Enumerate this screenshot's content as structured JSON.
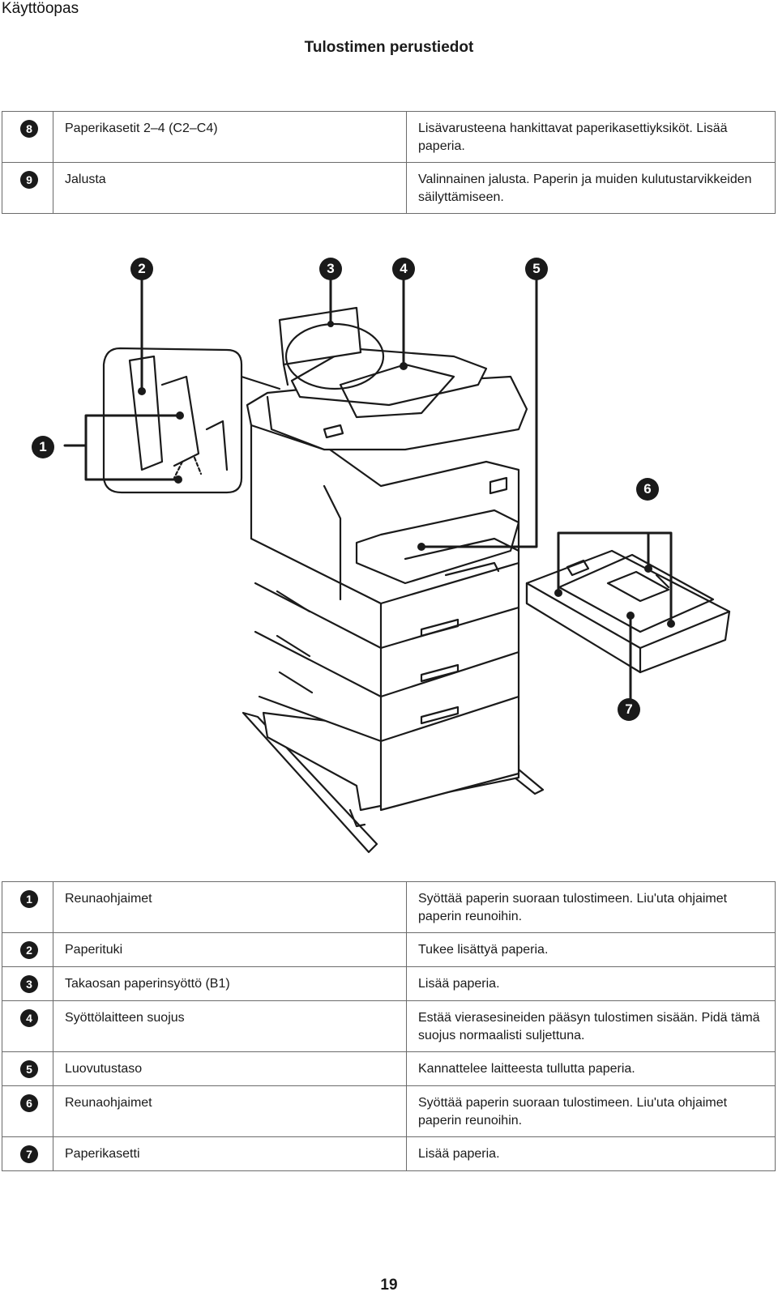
{
  "header": {
    "title": "Käyttöopas"
  },
  "section": {
    "title": "Tulostimen perustiedot"
  },
  "top_table": [
    {
      "num": "8",
      "name": "Paperikasetit 2–4 (C2–C4)",
      "desc": "Lisävarusteena hankittavat paperikasettiyksiköt. Lisää paperia."
    },
    {
      "num": "9",
      "name": "Jalusta",
      "desc": "Valinnainen jalusta. Paperin ja muiden kulutustarvikkeiden säilyttämiseen."
    }
  ],
  "figure": {
    "callouts": [
      "1",
      "2",
      "3",
      "4",
      "5",
      "6",
      "7"
    ]
  },
  "bottom_table": [
    {
      "num": "1",
      "name": "Reunaohjaimet",
      "desc": "Syöttää paperin suoraan tulostimeen. Liu'uta ohjaimet paperin reunoihin."
    },
    {
      "num": "2",
      "name": "Paperituki",
      "desc": "Tukee lisättyä paperia."
    },
    {
      "num": "3",
      "name": "Takaosan paperinsyöttö (B1)",
      "desc": "Lisää paperia."
    },
    {
      "num": "4",
      "name": "Syöttölaitteen suojus",
      "desc": "Estää vierasesineiden pääsyn tulostimen sisään. Pidä tämä suojus normaalisti suljettuna."
    },
    {
      "num": "5",
      "name": "Luovutustaso",
      "desc": "Kannattelee laitteesta tullutta paperia."
    },
    {
      "num": "6",
      "name": "Reunaohjaimet",
      "desc": "Syöttää paperin suoraan tulostimeen. Liu'uta ohjaimet paperin reunoihin."
    },
    {
      "num": "7",
      "name": "Paperikasetti",
      "desc": "Lisää paperia."
    }
  ],
  "footer": {
    "page_number": "19"
  }
}
